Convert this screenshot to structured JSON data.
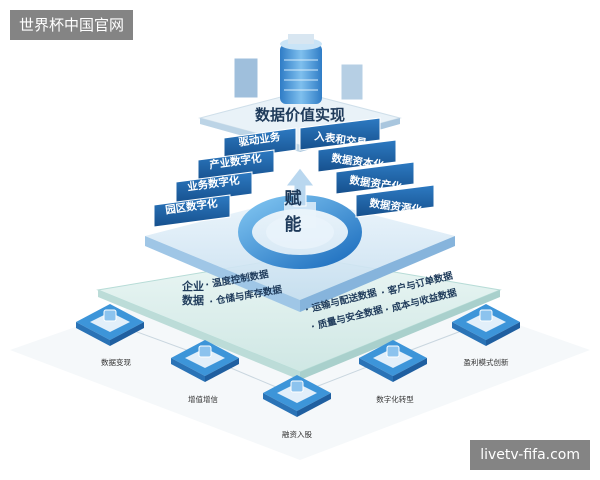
{
  "watermark_top": "世界杯中国官网",
  "watermark_bottom": "livetv-fifa.com",
  "peak_title": "数据价值实现",
  "left_ribbons": [
    "驱动业务",
    "产业数字化",
    "业务数字化",
    "园区数字化"
  ],
  "right_ribbons": [
    "入表和交易",
    "数据资本化",
    "数据资产化",
    "数据资源化"
  ],
  "center_label_1": "赋",
  "center_label_2": "能",
  "enterprise_title": "企业数据",
  "left_bullets": [
    "温度控制数据",
    "仓储与库存数据"
  ],
  "right_bullets": [
    "运输与配送数据",
    "客户与订单数据",
    "质量与安全数据",
    "成本与收益数据"
  ],
  "bottom_nodes": [
    "数据变现",
    "增值增信",
    "融资入股",
    "数字化转型",
    "盈利模式创新"
  ],
  "colors": {
    "ribbon": "#1f5fa0",
    "ribbon_light": "#2b7cc4",
    "platform": "#dff0ee",
    "accent": "#3a8fd4"
  }
}
